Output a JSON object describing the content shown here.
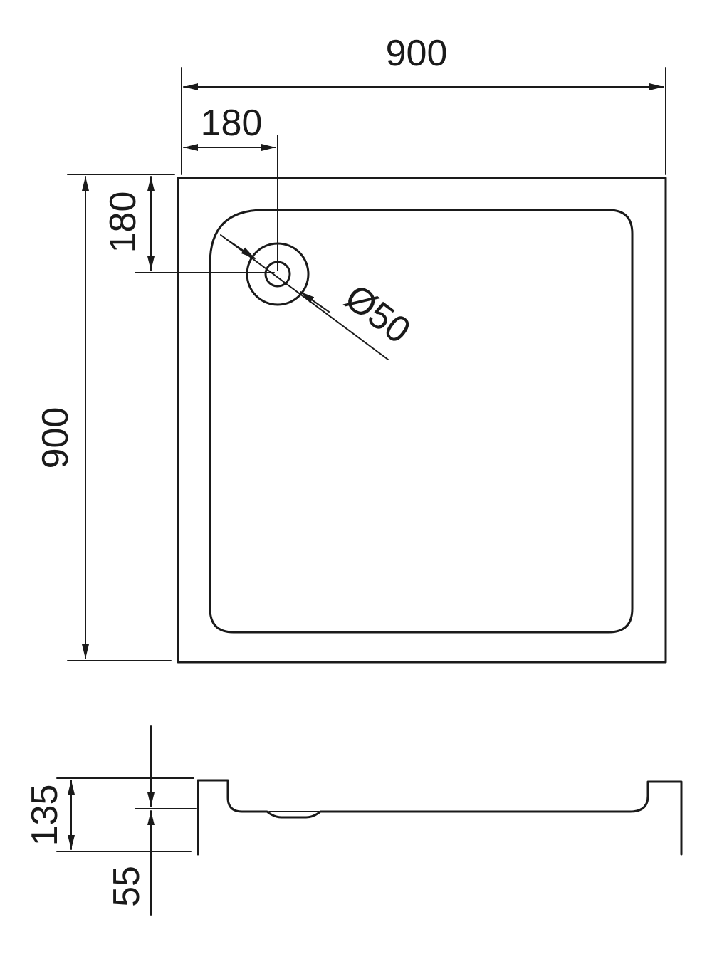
{
  "diagram": {
    "top_view": {
      "dim_width": "900",
      "dim_drain_x": "180",
      "dim_height": "900",
      "dim_drain_y": "180",
      "dim_drain_diameter": "Ø50"
    },
    "section_view": {
      "dim_total_height": "135",
      "dim_base_height": "55"
    },
    "stroke_color": "#1a1a1a",
    "background_color": "#ffffff"
  }
}
